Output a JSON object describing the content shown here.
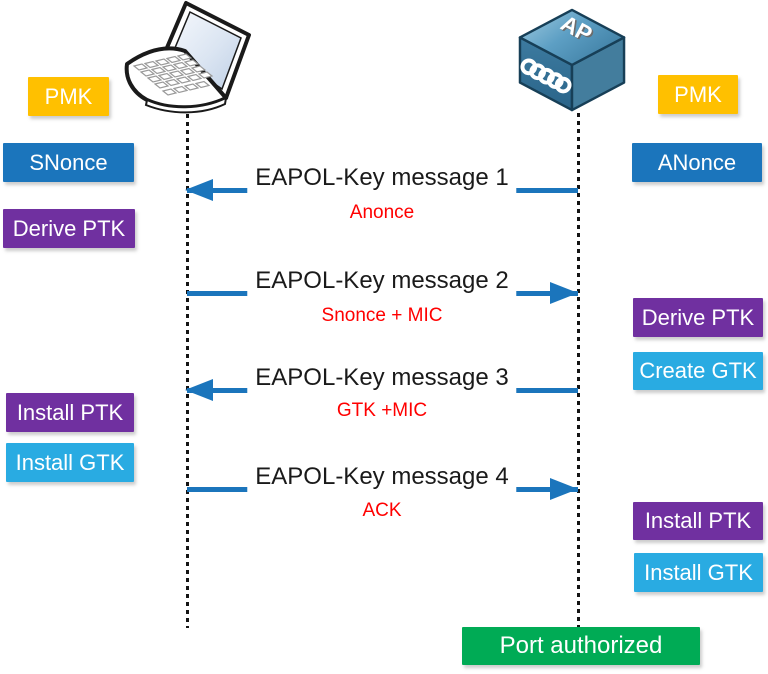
{
  "colors": {
    "pmk_yellow": "#FFC000",
    "nonce_blue": "#1B75BC",
    "ptk_purple": "#7030A0",
    "gtk_cyan": "#29ABE2",
    "port_green": "#00AB55",
    "arrow_blue": "#1B75BC",
    "payload_red": "#FF0000"
  },
  "ap": {
    "label": "AP"
  },
  "supplicant": {
    "pmk": "PMK",
    "snonce": "SNonce",
    "derive_ptk": "Derive PTK",
    "install_ptk": "Install PTK",
    "install_gtk": "Install GTK"
  },
  "authenticator": {
    "pmk": "PMK",
    "anonce": "ANonce",
    "derive_ptk": "Derive PTK",
    "create_gtk": "Create GTK",
    "install_ptk": "Install PTK",
    "install_gtk": "Install GTK",
    "port_status": "Port authorized"
  },
  "messages": [
    {
      "title": "EAPOL-Key message 1",
      "payload": "Anonce",
      "direction": "to-client"
    },
    {
      "title": "EAPOL-Key message 2",
      "payload": "Snonce + MIC",
      "direction": "to-ap"
    },
    {
      "title": "EAPOL-Key message 3",
      "payload": "GTK +MIC",
      "direction": "to-client"
    },
    {
      "title": "EAPOL-Key message 4",
      "payload": "ACK",
      "direction": "to-ap"
    }
  ]
}
